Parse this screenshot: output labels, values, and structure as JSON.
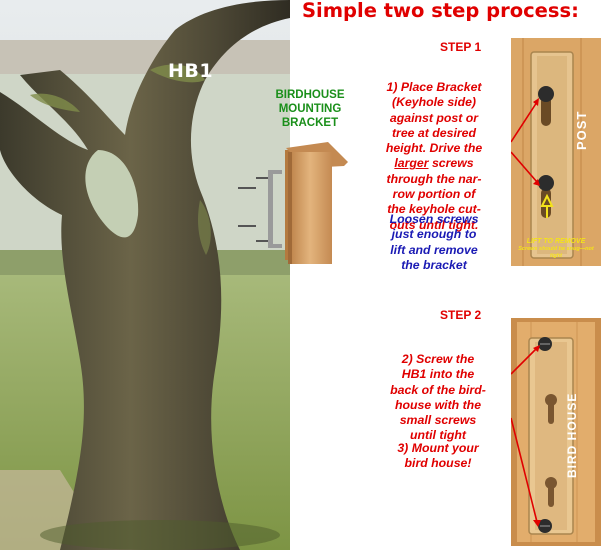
{
  "title": "Simple two step process:",
  "photo": {
    "model_label": "HB1",
    "bracket_label_lines": [
      "BIRDHOUSE",
      "MOUNTING",
      "BRACKET"
    ]
  },
  "step1": {
    "heading": "STEP 1",
    "instruction_lines": [
      "1) Place Bracket",
      "(Keyhole side)",
      "against post or",
      "tree at desired",
      "height. Drive the",
      "screws",
      "through the nar-",
      "row portion of",
      "the keyhole cut-",
      "outs until tight."
    ],
    "emphasis_word": "larger",
    "loosen_lines": [
      "Loosen screws",
      "just enough to",
      "lift and remove",
      "the bracket"
    ],
    "image_label": "POST",
    "note_title": "LIFT TO REMOVE",
    "note_sub": "Screws should be snug—not tight"
  },
  "step2": {
    "heading": "STEP 2",
    "instruction_lines": [
      "2) Screw the",
      "HB1 into the",
      "back of the bird-",
      "house with the",
      "small screws",
      "until tight"
    ],
    "mount_lines": [
      "3) Mount your",
      "bird house!"
    ],
    "image_label": "BIRD HOUSE"
  },
  "colors": {
    "title_red": "#e00000",
    "text_blue": "#1a1ab4",
    "label_green": "#1a8f1a",
    "note_yellow": "#f4e21a",
    "wood": "#d9a463",
    "bracket": "#d1a96b"
  }
}
